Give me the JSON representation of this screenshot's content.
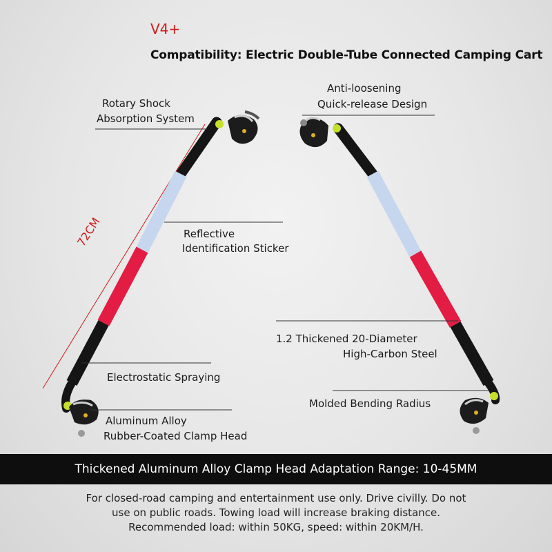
{
  "header": {
    "version": "V4+",
    "compatibility": "Compatibility: Electric Double-Tube Connected Camping Cart"
  },
  "labels": {
    "rotary_shock_1": "Rotary Shock",
    "rotary_shock_2": "Absorption System",
    "anti_loosening_1": "Anti-loosening",
    "anti_loosening_2": "Quick-release Design",
    "reflective_1": "Reflective",
    "reflective_2": "Identification Sticker",
    "steel_1": "1.2 Thickened 20-Diameter",
    "steel_2": "High-Carbon Steel",
    "electrostatic": "Electrostatic Spraying",
    "bending": "Molded Bending Radius",
    "clamp_1": "Aluminum Alloy",
    "clamp_2": "Rubber-Coated Clamp Head",
    "length": "72CM"
  },
  "banner": "Thickened Aluminum Alloy Clamp Head Adaptation Range: 10-45MM",
  "note": {
    "line1": "For closed-road camping and entertainment use only. Drive civilly. Do not",
    "line2": "use on public roads. Towing load will increase braking distance.",
    "line3": "Recommended load: within 50KG, speed: within 20KM/H."
  },
  "colors": {
    "tube_light_blue": "#c6d6ee",
    "tube_red": "#e31c44",
    "tube_black": "#151515",
    "accent_green": "#c6e02a",
    "measure_red": "#d01a1a"
  }
}
